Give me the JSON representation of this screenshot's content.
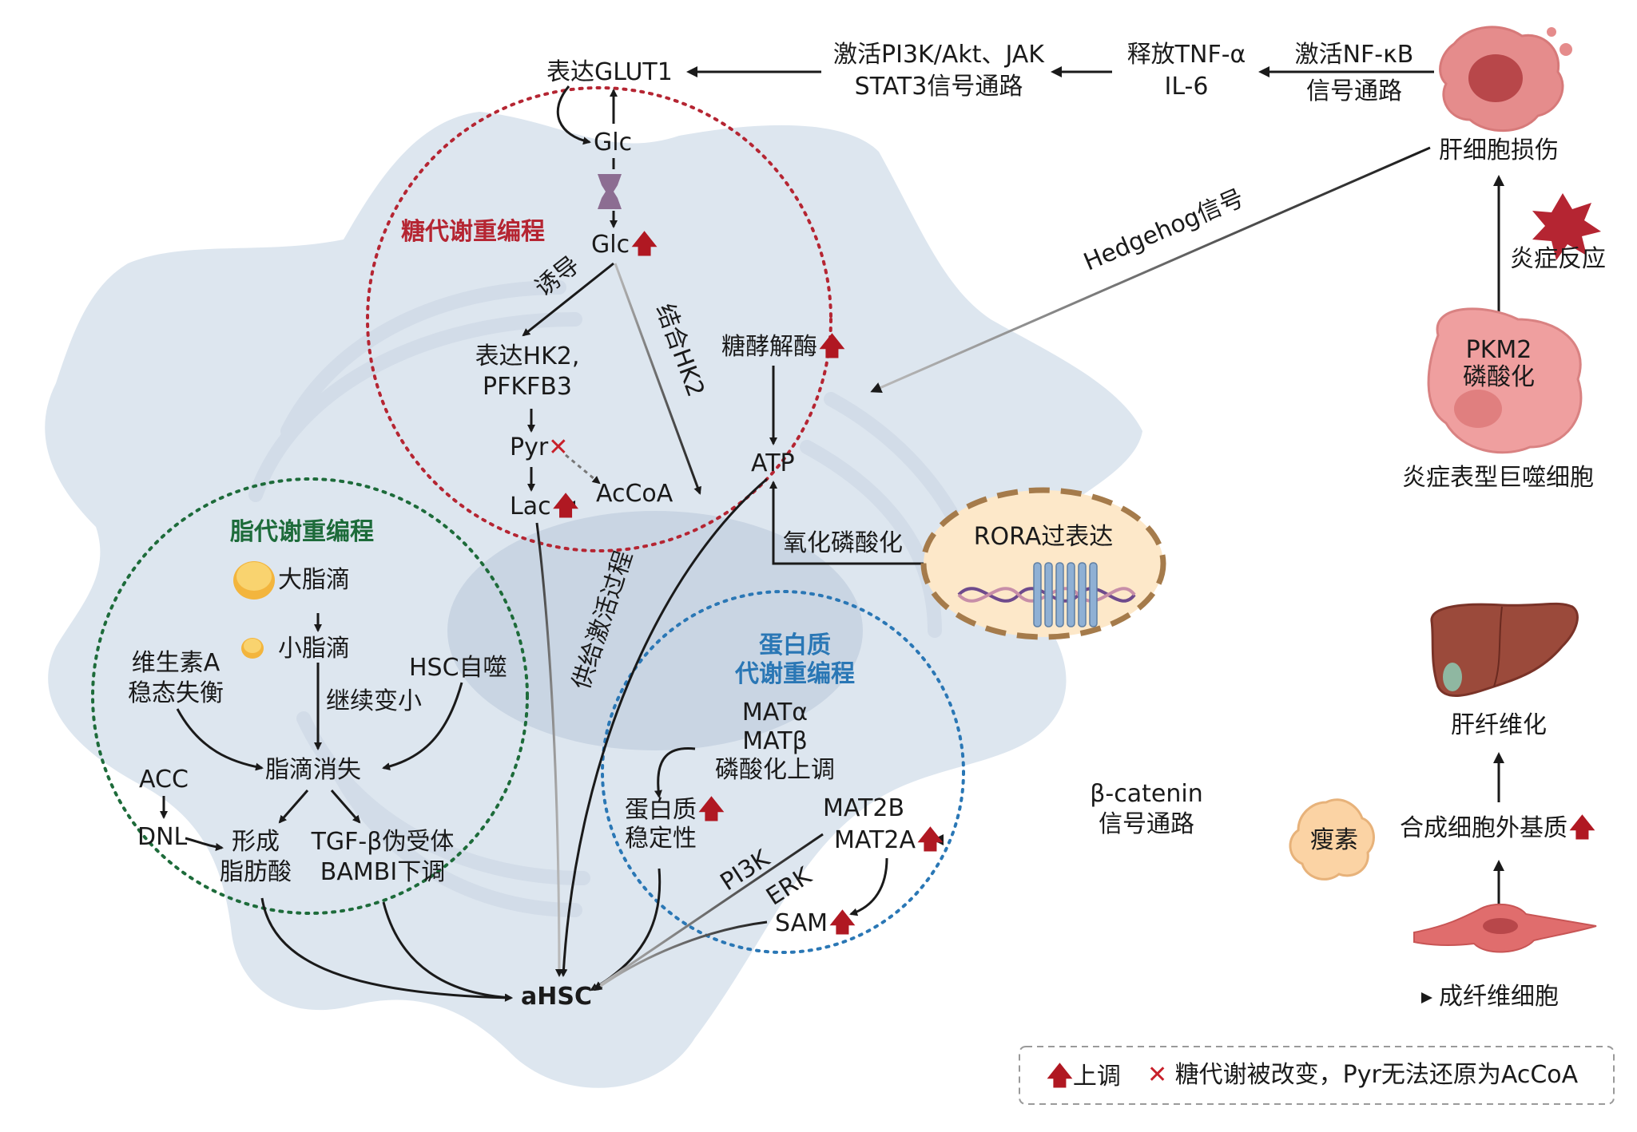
{
  "sections": {
    "glucose": "糖代谢重编程",
    "lipid": "脂代谢重编程",
    "protein_l1": "蛋白质",
    "protein_l2": "代谢重编程"
  },
  "glucose": {
    "glut1": "表达GLUT1",
    "glc_top": "Glc",
    "glc_bottom": "Glc",
    "induce": "诱导",
    "bind_hk2": "结合HK2",
    "hk2_l1": "表达HK2,",
    "hk2_l2": "PFKFB3",
    "pyr": "Pyr",
    "lac": "Lac",
    "accoa": "AcCoA",
    "glycolytic_enzyme": "糖酵解酶",
    "atp": "ATP",
    "supply": "供给激活过程"
  },
  "top_chain": {
    "activate_pi3k_l1": "激活PI3K/Akt、JAK",
    "activate_pi3k_l2": "STAT3信号通路",
    "release_l1": "释放TNF-α",
    "release_l2": "IL-6",
    "nfkb_l1": "激活NF-κB",
    "nfkb_l2": "信号通路"
  },
  "right": {
    "hepatocyte_injury": "肝细胞损伤",
    "hedgehog": "Hedgehog信号",
    "inflammation": "炎症反应",
    "pkm2_l1": "PKM2",
    "pkm2_l2": "磷酸化",
    "macrophage": "炎症表型巨噬细胞",
    "liver_fibrosis": "肝纤维化",
    "ecm": "合成细胞外基质",
    "fibroblast": "成纤维细胞",
    "leptin": "瘦素",
    "beta_catenin_l1": "β-catenin",
    "beta_catenin_l2": "信号通路"
  },
  "rora": {
    "label": "RORA过表达",
    "oxphos": "氧化磷酸化"
  },
  "lipid": {
    "large_droplet": "大脂滴",
    "small_droplet": "小脂滴",
    "keep_shrinking": "继续变小",
    "vitA_l1": "维生素A",
    "vitA_l2": "稳态失衡",
    "autophagy": "HSC自噬",
    "droplet_gone": "脂滴消失",
    "acc": "ACC",
    "dnl": "DNL",
    "fa_l1": "形成",
    "fa_l2": "脂肪酸",
    "tgf_l1": "TGF-β伪受体",
    "tgf_l2": "BAMBI下调"
  },
  "protein": {
    "mat_l1": "MATα",
    "mat_l2": "MATβ",
    "mat_l3": "磷酸化上调",
    "stability_l1": "蛋白质",
    "stability_l2": "稳定性",
    "mat2b": "MAT2B",
    "mat2a": "MAT2A",
    "sam": "SAM",
    "pi3k": "PI3K",
    "erk": "ERK"
  },
  "center": "aHSC",
  "legend": {
    "up": "上调",
    "x_text": "糖代谢被改变，Pyr无法还原为AcCoA"
  },
  "colors": {
    "up_arrow": "#b01822",
    "glucose_circle": "#b52532",
    "lipid_circle": "#1d6b3a",
    "protein_circle": "#2a77b5"
  }
}
